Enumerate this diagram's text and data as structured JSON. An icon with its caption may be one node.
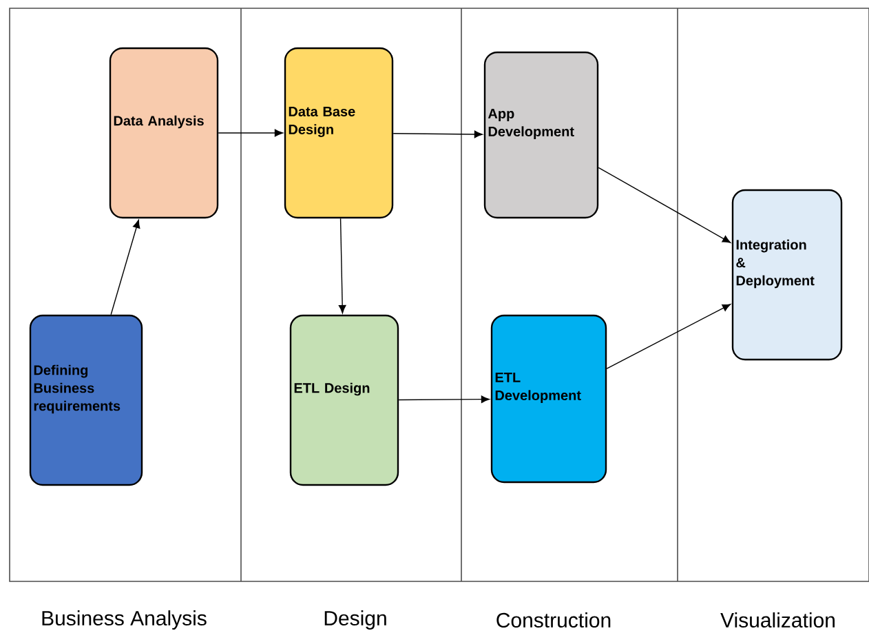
{
  "diagram": {
    "nodes": [
      {
        "text": [
          "Data Analysis"
        ]
      },
      {
        "text": [
          "Data Base Design"
        ]
      },
      {
        "text": [
          "App Development"
        ]
      },
      {
        "text": [
          "Defining Business requirements"
        ]
      },
      {
        "text": [
          "ETL Design"
        ]
      },
      {
        "text": [
          "ETL Development"
        ]
      },
      {
        "text": [
          "Integration & Deployment"
        ]
      }
    ],
    "edges": [
      {
        "from": 3,
        "to": 0,
        "arrow": "to"
      },
      {
        "from": 0,
        "to": 1,
        "arrow": "to"
      },
      {
        "from": 1,
        "to": 2,
        "arrow": "to"
      },
      {
        "from": 1,
        "to": 4,
        "arrow": "to"
      },
      {
        "from": 4,
        "to": 5,
        "arrow": "to"
      },
      {
        "from": 2,
        "to": 6,
        "arrow": "to"
      },
      {
        "from": 5,
        "to": 6,
        "arrow": "to"
      }
    ],
    "labels": [
      "Business Analysis",
      "Design",
      "Construction",
      "Visualization"
    ]
  }
}
